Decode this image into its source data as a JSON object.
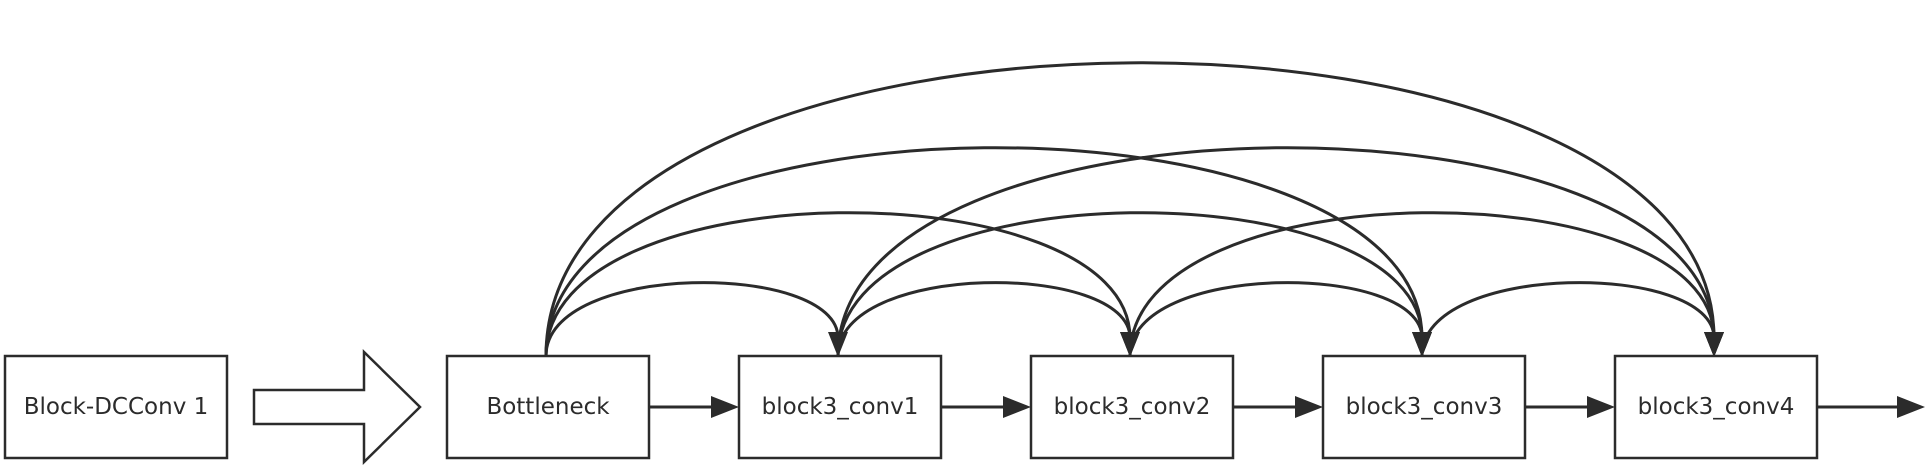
{
  "diagram": {
    "type": "dense-connection-block",
    "colors": {
      "stroke": "#2b2b2b",
      "fill": "#ffffff"
    },
    "input_block": {
      "id": "input",
      "label": "Block-DCConv 1"
    },
    "nodes": [
      {
        "id": "bottleneck",
        "label": "Bottleneck"
      },
      {
        "id": "c1",
        "label": "block3_conv1"
      },
      {
        "id": "c2",
        "label": "block3_conv2"
      },
      {
        "id": "c3",
        "label": "block3_conv3"
      },
      {
        "id": "c4",
        "label": "block3_conv4"
      }
    ],
    "sequential_edges": [
      {
        "from": "bottleneck",
        "to": "c1"
      },
      {
        "from": "c1",
        "to": "c2"
      },
      {
        "from": "c2",
        "to": "c3"
      },
      {
        "from": "c3",
        "to": "c4"
      },
      {
        "from": "c4",
        "to": "output"
      }
    ],
    "skip_edges": [
      {
        "from": "bottleneck",
        "to": "c1"
      },
      {
        "from": "bottleneck",
        "to": "c2"
      },
      {
        "from": "bottleneck",
        "to": "c3"
      },
      {
        "from": "bottleneck",
        "to": "c4"
      },
      {
        "from": "c1",
        "to": "c2"
      },
      {
        "from": "c1",
        "to": "c3"
      },
      {
        "from": "c1",
        "to": "c4"
      },
      {
        "from": "c2",
        "to": "c3"
      },
      {
        "from": "c2",
        "to": "c4"
      },
      {
        "from": "c3",
        "to": "c4"
      }
    ]
  }
}
